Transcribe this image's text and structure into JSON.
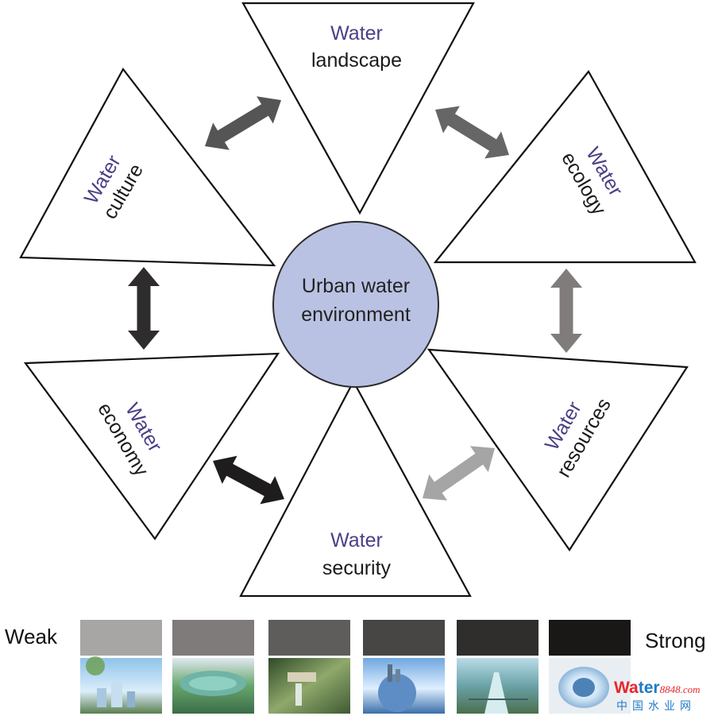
{
  "center": {
    "line1": "Urban water",
    "line2": "environment",
    "fill": "#b9c2e2"
  },
  "petals": [
    {
      "id": "landscape",
      "word1": "Water",
      "word2": "landscape"
    },
    {
      "id": "ecology",
      "word1": "Water",
      "word2": "ecology"
    },
    {
      "id": "resources",
      "word1": "Water",
      "word2": "resources"
    },
    {
      "id": "security",
      "word1": "Water",
      "word2": "security"
    },
    {
      "id": "economy",
      "word1": "Water",
      "word2": "economy"
    },
    {
      "id": "culture",
      "word1": "Water",
      "word2": "culture"
    }
  ],
  "colors": {
    "water_word": "#4a3f86",
    "arrow_culture_landscape": "#555555",
    "arrow_landscape_ecology": "#666666",
    "arrow_ecology_resources": "#807c7c",
    "arrow_resources_security": "#a5a5a5",
    "arrow_security_economy": "#1e1c1c",
    "arrow_economy_culture": "#2e2c2c"
  },
  "scale": {
    "weak_label": "Weak",
    "strong_label": "Strong",
    "swatches": [
      "#a8a5a5",
      "#7f7b7b",
      "#5f5c5c",
      "#484545",
      "#302d2d",
      "#1a1717"
    ],
    "photos": [
      "city-in-water-drop",
      "lake-aerial",
      "waterfall-house",
      "planet-water-globe",
      "water-channel",
      "water-drop-globe"
    ]
  },
  "watermark": {
    "brand_a": "Wa",
    "brand_b": "ter",
    "digits": "8848",
    "domain": ".com",
    "cn": "中国水业网"
  }
}
